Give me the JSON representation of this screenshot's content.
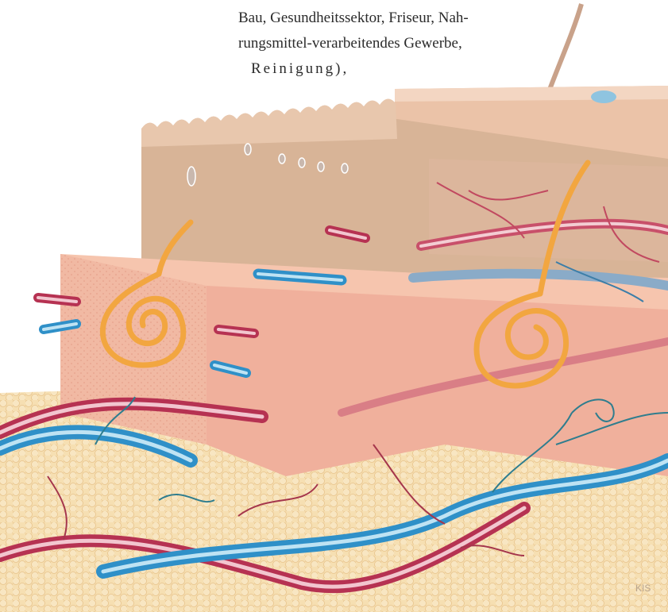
{
  "caption": {
    "lines": [
      "Bau, Gesundheitssektor, Friseur, Nah-",
      "rungsmittel-verarbeitendes   Gewerbe,",
      "Reinigung),"
    ]
  },
  "signature": "KIS",
  "colors": {
    "epidermis_top": "#d9b598",
    "epidermis_side": "#f0c9b0",
    "dermis": "#f1b3a0",
    "subcutis_fat": "#f4d9a6",
    "artery": "#c0405a",
    "vein": "#3a9ccc",
    "sweat_gland": "#f4a73a",
    "nerve": "#4a8e8c"
  }
}
